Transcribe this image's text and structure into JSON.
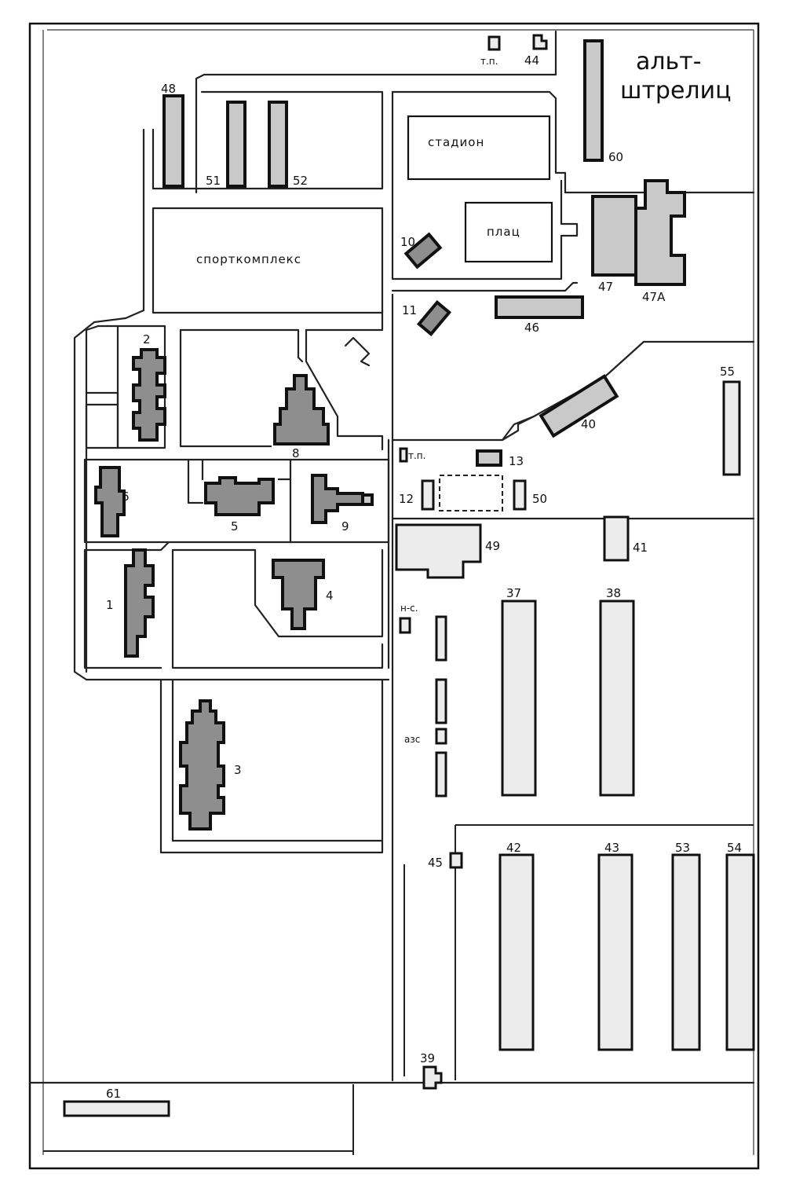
{
  "title": {
    "line1": "альт-",
    "line2": "штрелиц"
  },
  "areas": {
    "stadium": "стадион",
    "parade": "плац",
    "sports_complex": "спорткомплекс"
  },
  "buildings": {
    "b1": "1",
    "b2": "2",
    "b3": "3",
    "b4": "4",
    "b5": "5",
    "b6": "6",
    "b8": "8",
    "b9": "9",
    "b10": "10",
    "b11": "11",
    "b12": "12",
    "b13": "13",
    "b37": "37",
    "b38": "38",
    "b39": "39",
    "b40": "40",
    "b41": "41",
    "b42": "42",
    "b43": "43",
    "b44": "44",
    "b45": "45",
    "b46": "46",
    "b47": "47",
    "b47a": "47А",
    "b48": "48",
    "b49": "49",
    "b50": "50",
    "b51": "51",
    "b52": "52",
    "b53": "53",
    "b54": "54",
    "b55": "55",
    "b60": "60",
    "b61": "61"
  },
  "facilities": {
    "tp_top": "т.п.",
    "tp_mid": "т.п.",
    "ns": "н-с.",
    "azs": "азс"
  }
}
